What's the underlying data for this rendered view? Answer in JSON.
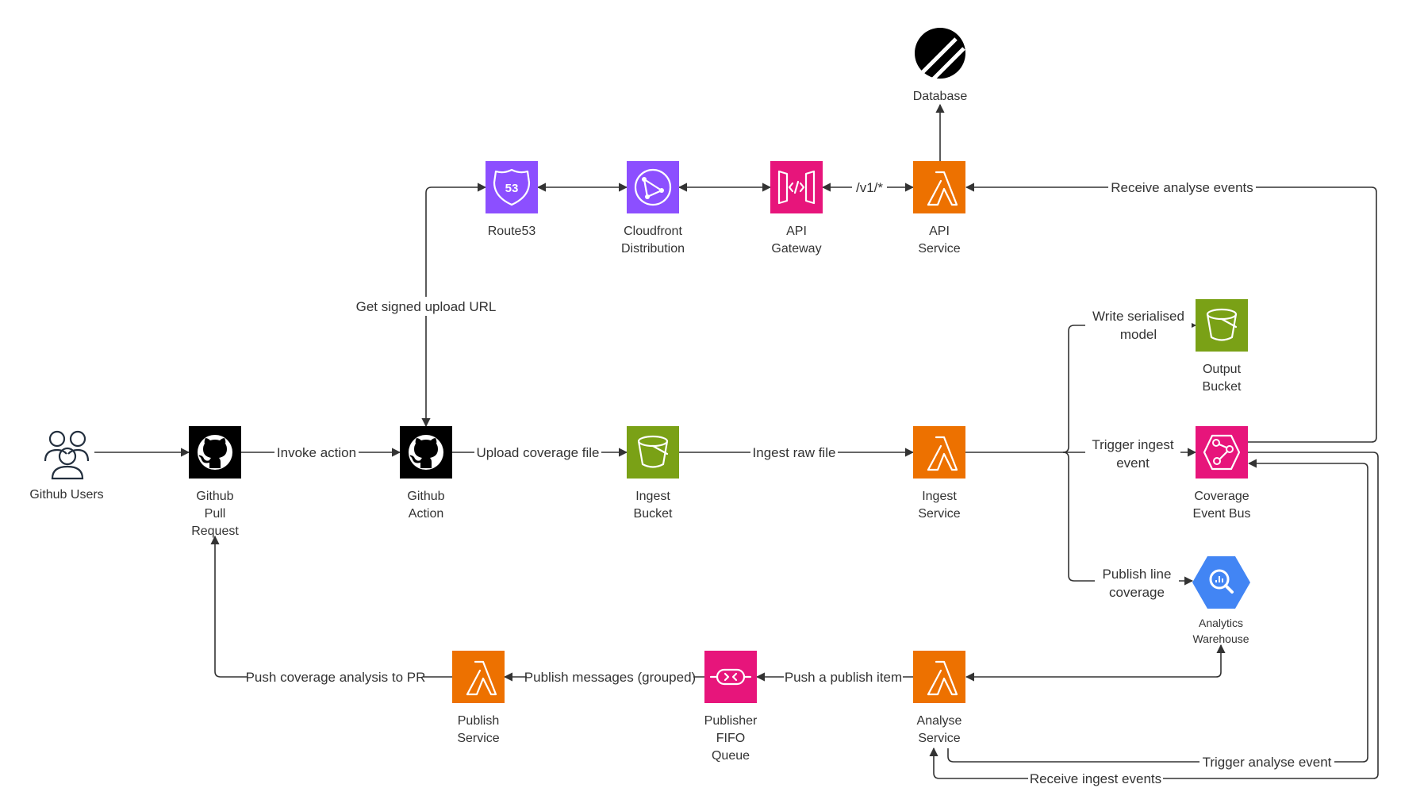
{
  "colors": {
    "lambda": "#ED7100",
    "network": "#8C4FFF",
    "api": "#E7157B",
    "storage": "#7AA116",
    "github": "#000000",
    "analytics": "#4285F4",
    "line": "#333333"
  },
  "nodes": {
    "users": {
      "lines": [
        "Github Users"
      ],
      "icon": "users-icon"
    },
    "pr": {
      "lines": [
        "Github",
        "Pull",
        "Request"
      ],
      "icon": "github-icon"
    },
    "action": {
      "lines": [
        "Github",
        "Action"
      ],
      "icon": "github-icon"
    },
    "ingest_bucket": {
      "lines": [
        "Ingest",
        "Bucket"
      ],
      "icon": "bucket-icon"
    },
    "ingest_service": {
      "lines": [
        "Ingest",
        "Service"
      ],
      "icon": "lambda-icon"
    },
    "route53": {
      "lines": [
        "Route53"
      ],
      "icon": "route53-icon"
    },
    "cloudfront": {
      "lines": [
        "Cloudfront",
        "Distribution"
      ],
      "icon": "cloudfront-icon"
    },
    "apigw": {
      "lines": [
        "API",
        "Gateway"
      ],
      "icon": "api-gateway-icon"
    },
    "api_service": {
      "lines": [
        "API",
        "Service"
      ],
      "icon": "lambda-icon"
    },
    "database": {
      "lines": [
        "Database"
      ],
      "icon": "planetscale-icon"
    },
    "output_bucket": {
      "lines": [
        "Output",
        "Bucket"
      ],
      "icon": "bucket-icon"
    },
    "event_bus": {
      "lines": [
        "Coverage",
        "Event Bus"
      ],
      "icon": "eventbridge-icon"
    },
    "warehouse": {
      "lines": [
        "Analytics",
        "Warehouse"
      ],
      "icon": "bigquery-icon"
    },
    "analyse_service": {
      "lines": [
        "Analyse",
        "Service"
      ],
      "icon": "lambda-icon"
    },
    "fifo": {
      "lines": [
        "Publisher",
        "FIFO",
        "Queue"
      ],
      "icon": "sqs-icon"
    },
    "publish_service": {
      "lines": [
        "Publish",
        "Service"
      ],
      "icon": "lambda-icon"
    }
  },
  "edges": {
    "invoke_action": [
      "Invoke action"
    ],
    "upload_coverage": [
      "Upload coverage file"
    ],
    "ingest_raw": [
      "Ingest raw file"
    ],
    "signed_url": [
      "Get signed upload URL"
    ],
    "v1": [
      "/v1/*"
    ],
    "receive_analyse": [
      "Receive analyse events"
    ],
    "write_serialised": [
      "Write serialised",
      "model"
    ],
    "trigger_ingest": [
      "Trigger ingest",
      "event"
    ],
    "publish_line": [
      "Publish line",
      "coverage"
    ],
    "push_publish": [
      "Push a publish item"
    ],
    "publish_messages": [
      "Publish messages (grouped)"
    ],
    "push_coverage": [
      "Push coverage analysis to PR"
    ],
    "trigger_analyse": [
      "Trigger analyse event"
    ],
    "receive_ingest": [
      "Receive ingest events"
    ]
  }
}
